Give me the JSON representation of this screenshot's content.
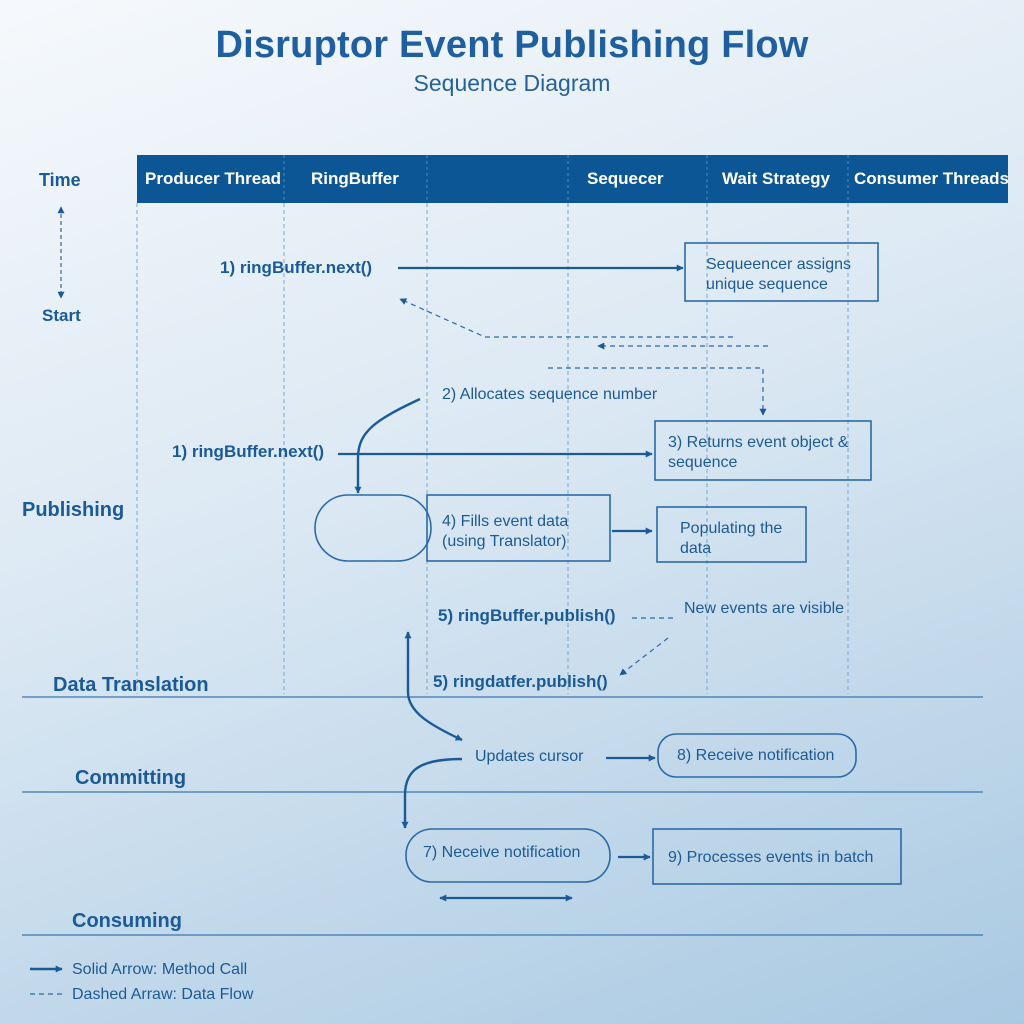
{
  "title": "Disruptor Event Publishing Flow",
  "subtitle": "Sequence Diagram",
  "columns": [
    "Producer Thread",
    "RingBuffer",
    "",
    "Sequecer",
    "Wait Strategy",
    "Consumer Threads"
  ],
  "time_axis": {
    "top_label": "Time",
    "bottom_label": "Start"
  },
  "phases": [
    "Publishing",
    "Data Translation",
    "Committing",
    "Consuming"
  ],
  "messages": {
    "m1a": "1) ringBuffer.next()",
    "m1b": "1) ringBuffer.next()",
    "m2": "2) Allocates sequence number",
    "m5a": "5) ringBuffer.publish()",
    "m5b": "5) ringdatfer.publish()",
    "visible": "New events are visible",
    "updates": "Updates cursor"
  },
  "boxes": {
    "assign": "Sequeencer assigns unique sequence",
    "returns": "3) Returns event object & sequence",
    "fills": "4) Fills event data (using Translator)",
    "populating": "Populating the data",
    "receive8": "8) Receive notification",
    "receive7": "7) Neceive notification",
    "processes": "9) Processes events in batch"
  },
  "legend": {
    "solid": "Solid Arrow: Method Call",
    "dashed": "Dashed Arraw: Data Flow"
  },
  "colors": {
    "accent": "#0d5696",
    "line": "#1a5a96",
    "text": "#1d5a93"
  }
}
